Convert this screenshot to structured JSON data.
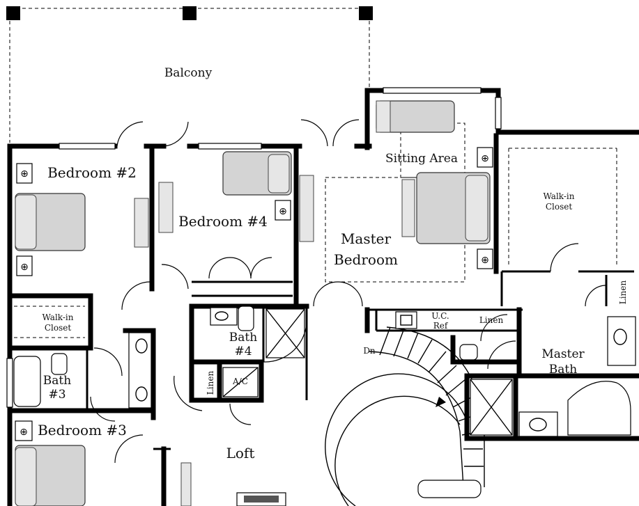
{
  "rooms": {
    "balcony": "Balcony",
    "bedroom2": "Bedroom #2",
    "bedroom4": "Bedroom #4",
    "bedroom3": "Bedroom #3",
    "sitting_area": "Sitting Area",
    "master_bedroom_line1": "Master",
    "master_bedroom_line2": "Bedroom",
    "walkin_closet_line1": "Walk-in",
    "walkin_closet_line2": "Closet",
    "walkin_closet_small_line1": "Walk-in",
    "walkin_closet_small_line2": "Closet",
    "bath4_line1": "Bath",
    "bath4_line2": "#4",
    "bath3_line1": "Bath",
    "bath3_line2": "#3",
    "master_bath_line1": "Master",
    "master_bath_line2": "Bath",
    "loft": "Loft",
    "linen_a": "Linen",
    "linen_b": "Linen",
    "linen_c": "Linen",
    "ac": "A/C",
    "uc_ref_line1": "U.C.",
    "uc_ref_line2": "Ref",
    "stairs_dn": "Dn"
  }
}
